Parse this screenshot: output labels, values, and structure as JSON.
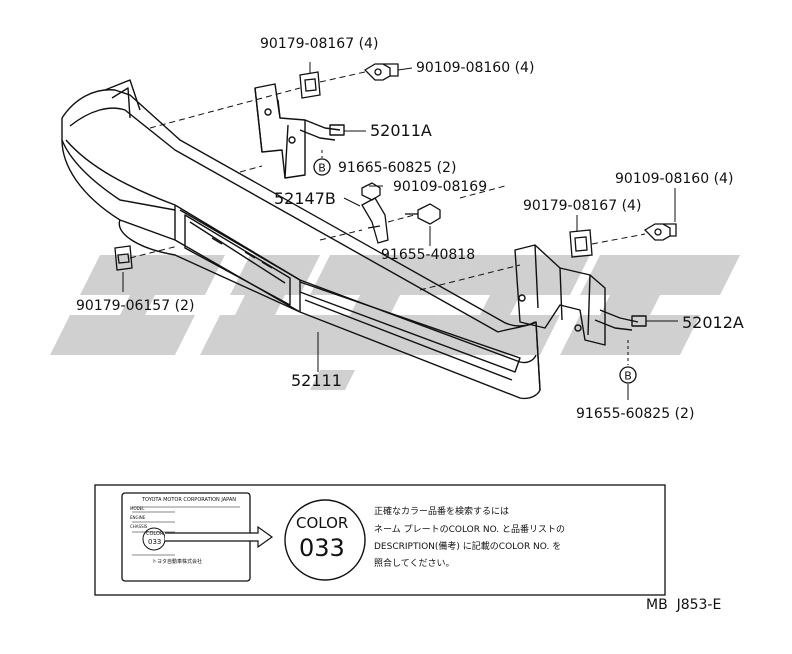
{
  "part_labels": {
    "clip_top": "90179-08167 (4)",
    "nut_top": "90109-08160 (4)",
    "bracket_left": "52011A",
    "bolt_left": "91665-60825 (2)",
    "stay": "52147B",
    "nut_center": "90109-08169",
    "clip_right": "90179-08167 (4)",
    "nut_right": "90109-08160 (4)",
    "bolt_center": "91655-40818",
    "clip_left": "90179-06157 (2)",
    "bracket_right": "52012A",
    "bumper": "52111",
    "bolt_right": "91655-60825 (2)"
  },
  "callout_marker": "B",
  "color_plate": {
    "plate_header": "TOYOTA MOTOR CORPORATION JAPAN",
    "plate_rows": [
      "MODEL",
      "ENGINE",
      "CHASSIS"
    ],
    "plate_color_small": "COLOR",
    "plate_color_code_small": "033",
    "plate_footer": "トヨタ自動車株式会社",
    "color_word": "COLOR",
    "color_code": "033",
    "note_line1": "正確なカラー品番を検索するには",
    "note_line2": "ネーム プレートのCOLOR NO. と品番リストの",
    "note_line3": "DESCRIPTION(備考) に記載のCOLOR NO. を",
    "note_line4": "照合してください。"
  },
  "page_code": "MB  J853-E",
  "watermark_color": "#c8c8c8"
}
